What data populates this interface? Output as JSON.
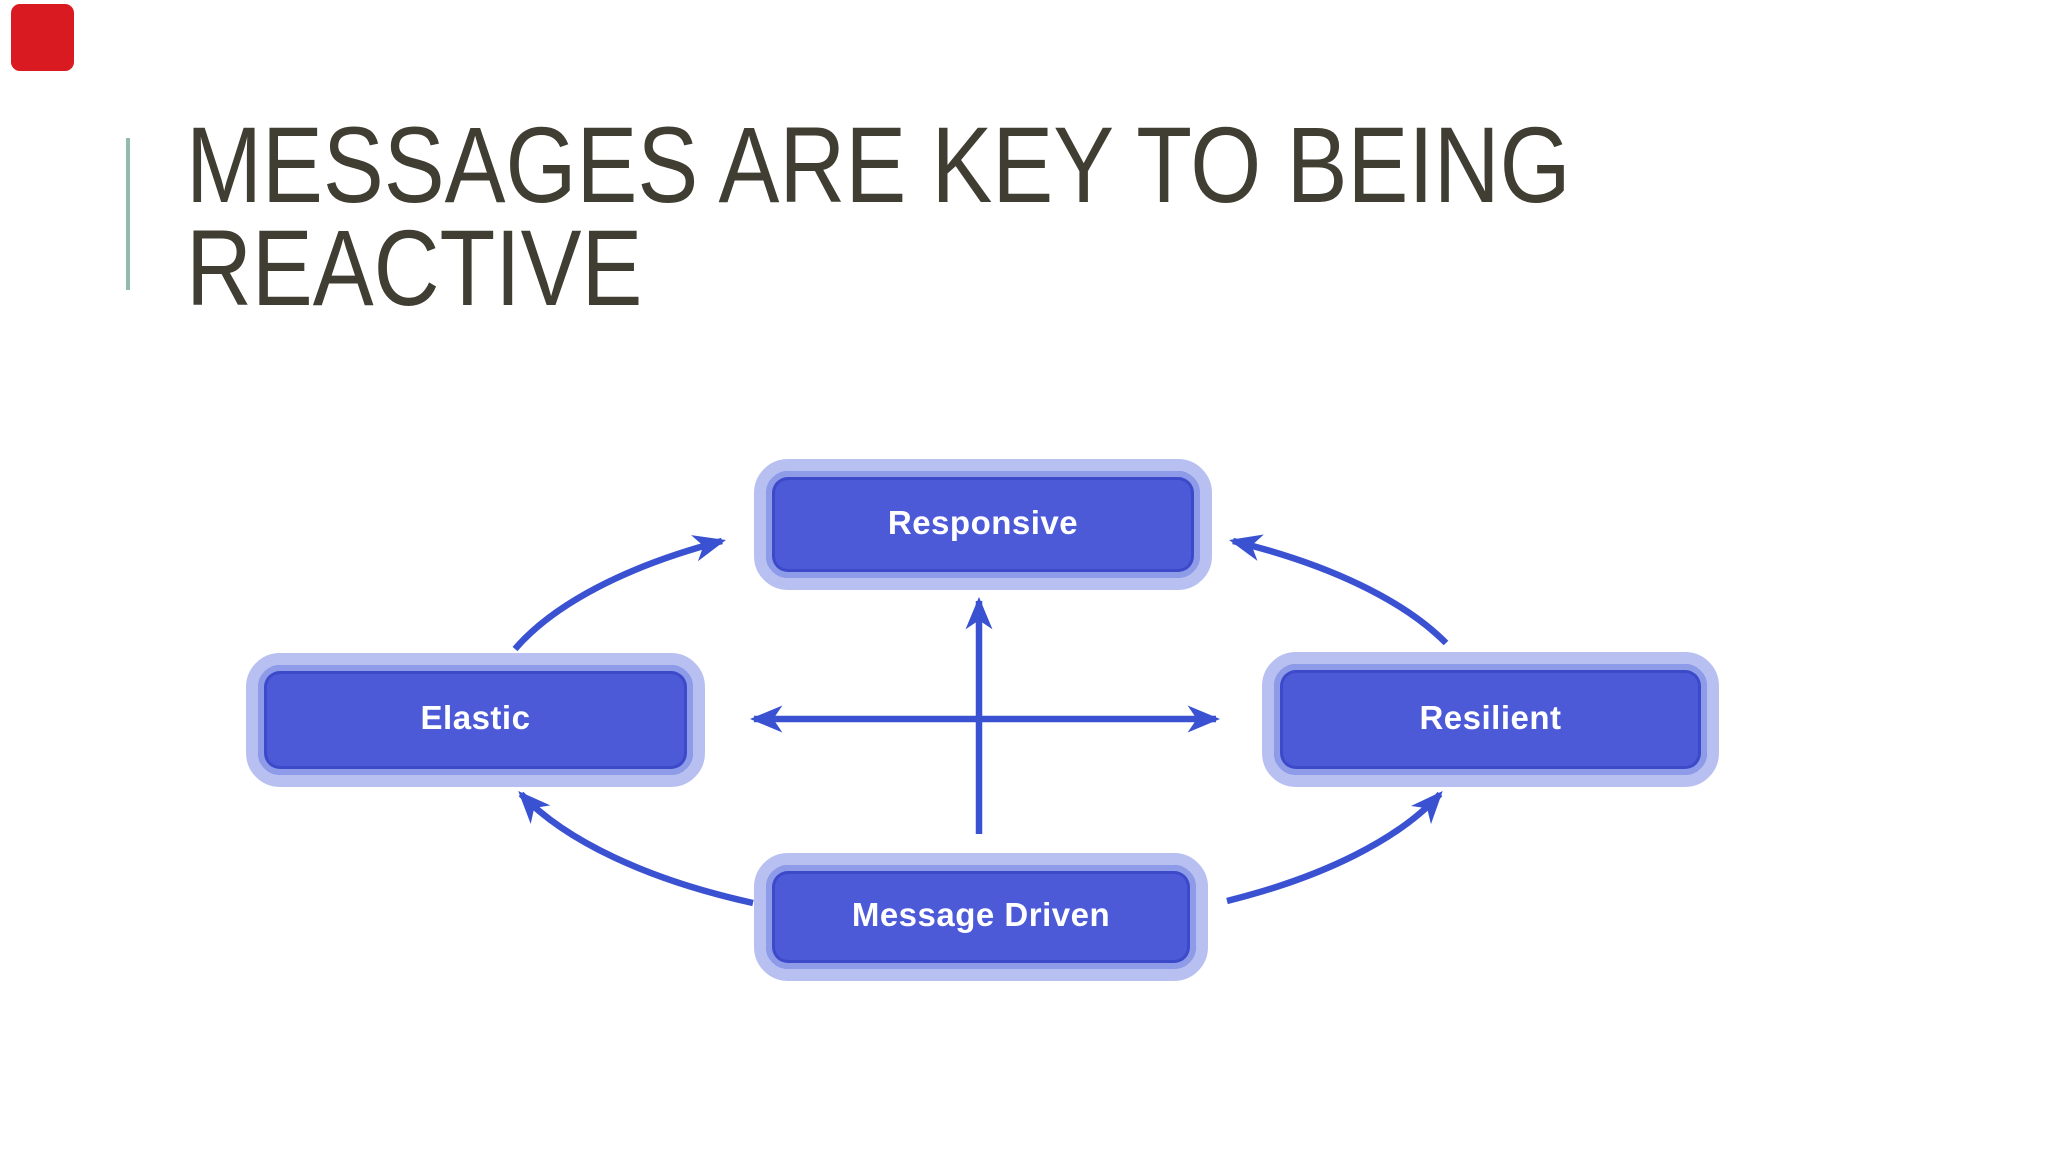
{
  "slide": {
    "title": "MESSAGES ARE KEY TO BEING REACTIVE",
    "title_lines": [
      "MESSAGES ARE KEY TO BEING",
      "REACTIVE"
    ]
  },
  "decor": {
    "red_square_color": "#da1a21",
    "accent_bar_color": "#94b9ad",
    "title_text_color": "#403e32",
    "background_color": "#ffffff"
  },
  "diagram": {
    "type": "cycle-diagram",
    "nodes": [
      {
        "id": "responsive",
        "label": "Responsive",
        "position": "top"
      },
      {
        "id": "elastic",
        "label": "Elastic",
        "position": "left"
      },
      {
        "id": "resilient",
        "label": "Resilient",
        "position": "right"
      },
      {
        "id": "message_driven",
        "label": "Message Driven",
        "position": "bottom"
      }
    ],
    "edges": [
      {
        "from": "message_driven",
        "to": "responsive",
        "shape": "straight-vertical",
        "heads": [
          "end"
        ]
      },
      {
        "from": "elastic",
        "to": "resilient",
        "shape": "straight-horizontal",
        "heads": [
          "start",
          "end"
        ]
      },
      {
        "from": "elastic",
        "to": "responsive",
        "shape": "curved",
        "heads": [
          "end"
        ]
      },
      {
        "from": "resilient",
        "to": "responsive",
        "shape": "curved",
        "heads": [
          "end"
        ]
      },
      {
        "from": "message_driven",
        "to": "elastic",
        "shape": "curved",
        "heads": [
          "end"
        ]
      },
      {
        "from": "message_driven",
        "to": "resilient",
        "shape": "curved",
        "heads": [
          "end"
        ]
      }
    ],
    "colors": {
      "node_fill": "#4c5ad7",
      "node_border_mid": "#8e9be8",
      "node_border_outer": "#b7c0f0",
      "node_text": "#ffffff",
      "arrow": "#3a52d2"
    }
  }
}
